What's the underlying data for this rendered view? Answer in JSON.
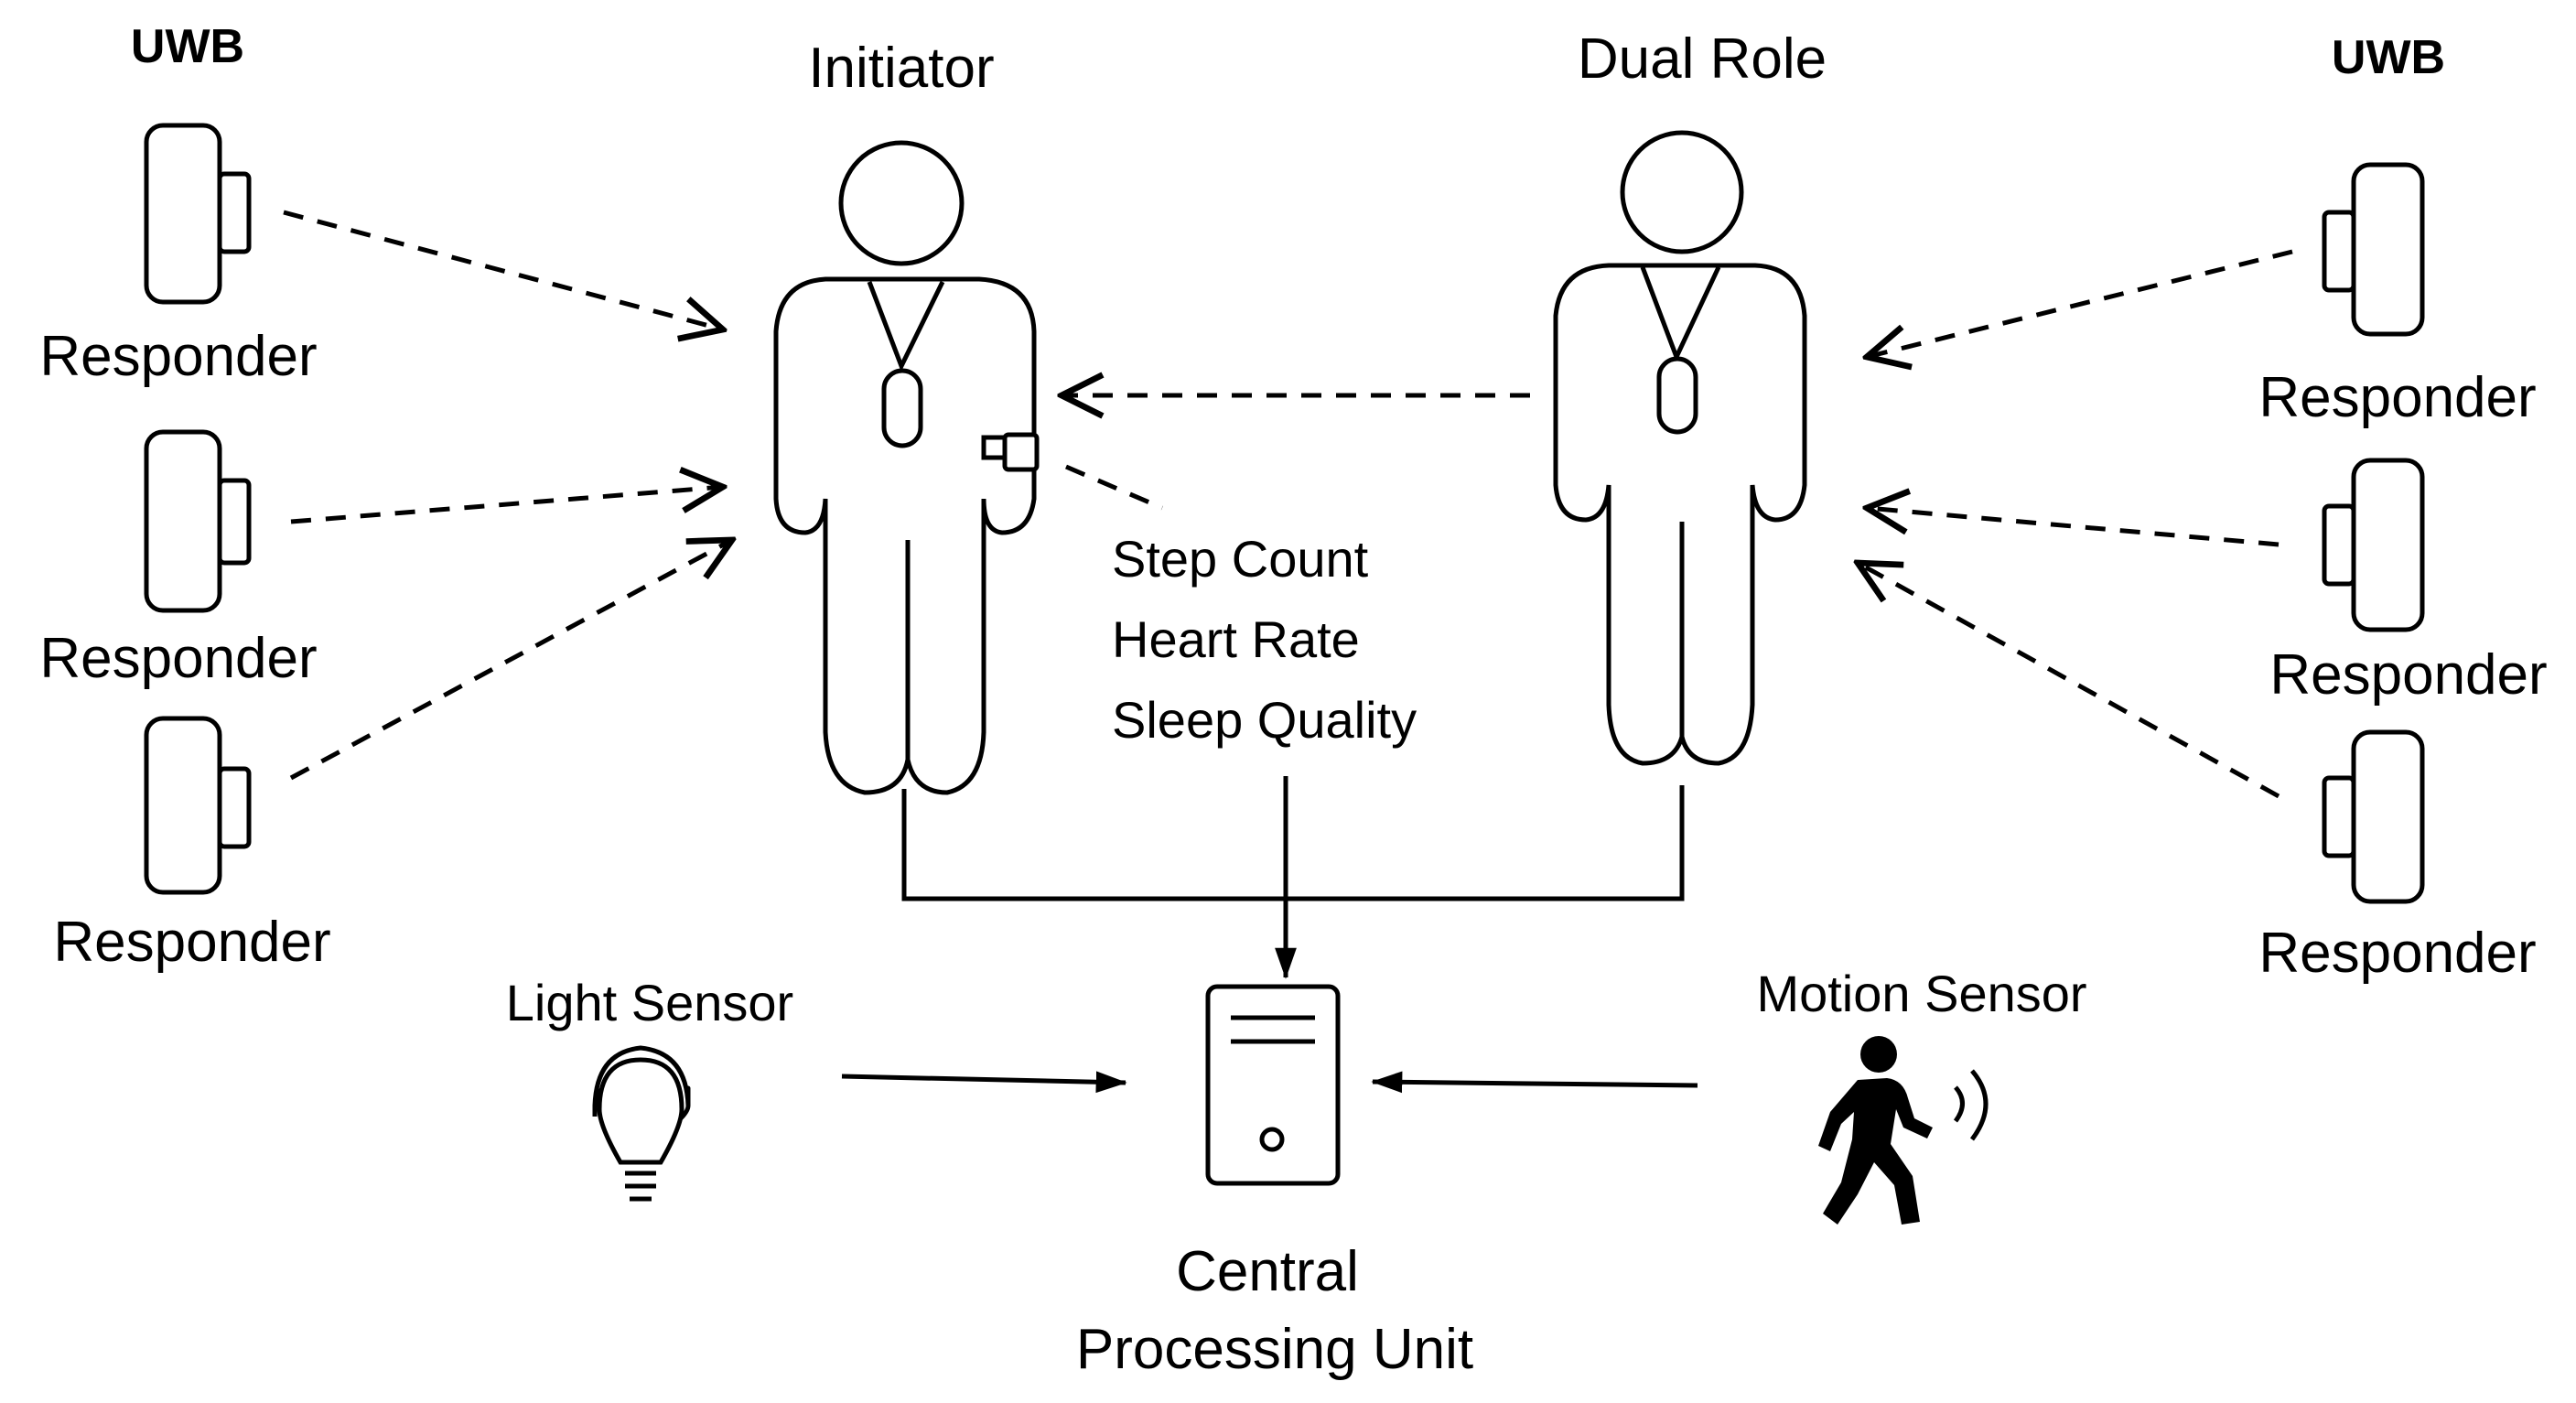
{
  "labels": {
    "uwb_left": "UWB",
    "uwb_right": "UWB",
    "initiator": "Initiator",
    "dual_role": "Dual Role",
    "responder": "Responder",
    "light_sensor": "Light Sensor",
    "motion_sensor": "Motion Sensor",
    "cpu_line1": "Central",
    "cpu_line2": "Processing Unit"
  },
  "wearable_metrics": [
    "Step Count",
    "Heart Rate",
    "Sleep Quality"
  ],
  "icons": {
    "responder": "uwb-anchor-icon",
    "person": "person-with-badge-icon",
    "light": "light-bulb-icon",
    "motion": "walking-person-icon",
    "cpu": "computer-tower-icon"
  }
}
